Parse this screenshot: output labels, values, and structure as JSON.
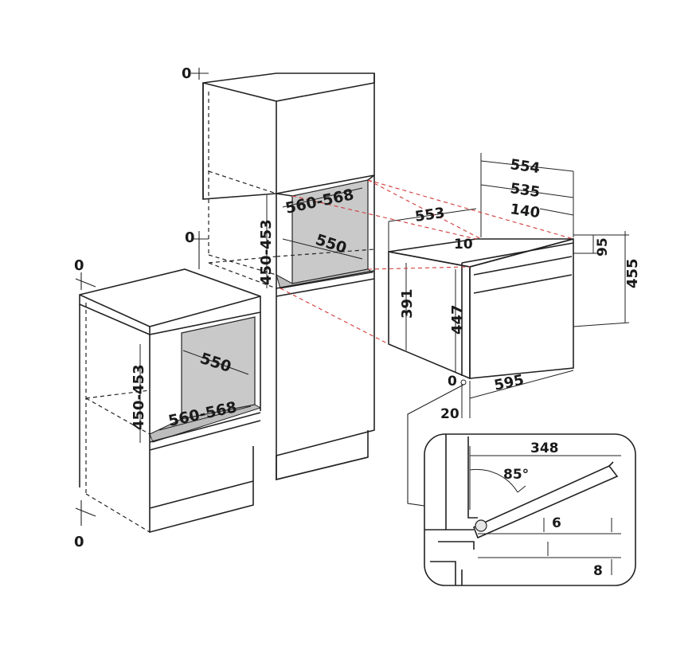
{
  "colors": {
    "line": "#222222",
    "shade": "#c9c9c9",
    "guide": "#d23b3b",
    "background": "#ffffff"
  },
  "labels": {
    "tall_top_zero": "0",
    "tall_mid_zero": "0",
    "base_top_zero": "0",
    "base_bottom_zero": "0",
    "tall_niche_width": "560-568",
    "tall_niche_depth": "550",
    "tall_niche_height": "450-453",
    "base_niche_depth": "550",
    "base_niche_width": "560-568",
    "base_niche_height": "450-453",
    "oven_total_depth": "554",
    "oven_body_depth": "535",
    "oven_panel_depth": "140",
    "oven_top_depth": "553",
    "oven_offset": "10",
    "oven_front_panel_height": "95",
    "oven_total_height": "455",
    "oven_body_height": "391",
    "oven_front_height": "447",
    "oven_width": "595",
    "oven_bottom_zero": "0",
    "oven_bottom_gap": "20",
    "door_length": "348",
    "door_angle": "85°",
    "door_gap_small": "6",
    "door_gap_floor": "8"
  }
}
